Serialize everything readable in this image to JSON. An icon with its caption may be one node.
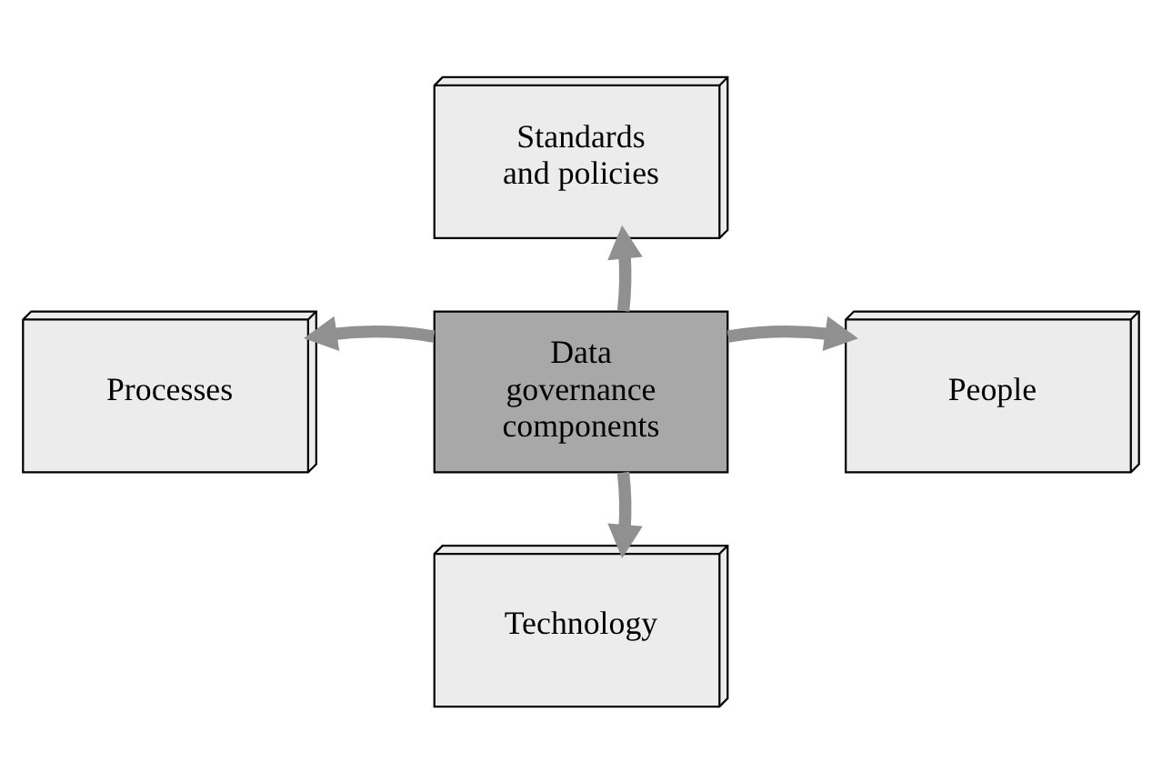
{
  "diagram": {
    "nodes": [
      {
        "text": [
          "Standards and policies"
        ]
      },
      {
        "text": [
          "Processes"
        ]
      },
      {
        "text": [
          "Data governance components"
        ]
      },
      {
        "text": [
          "People"
        ]
      },
      {
        "text": [
          "Technology"
        ]
      }
    ],
    "edges": [
      {
        "from": 2,
        "to": 0,
        "arrow": "to"
      },
      {
        "from": 2,
        "to": 1,
        "arrow": "to"
      },
      {
        "from": 2,
        "to": 3,
        "arrow": "to"
      },
      {
        "from": 2,
        "to": 4,
        "arrow": "to"
      }
    ]
  }
}
